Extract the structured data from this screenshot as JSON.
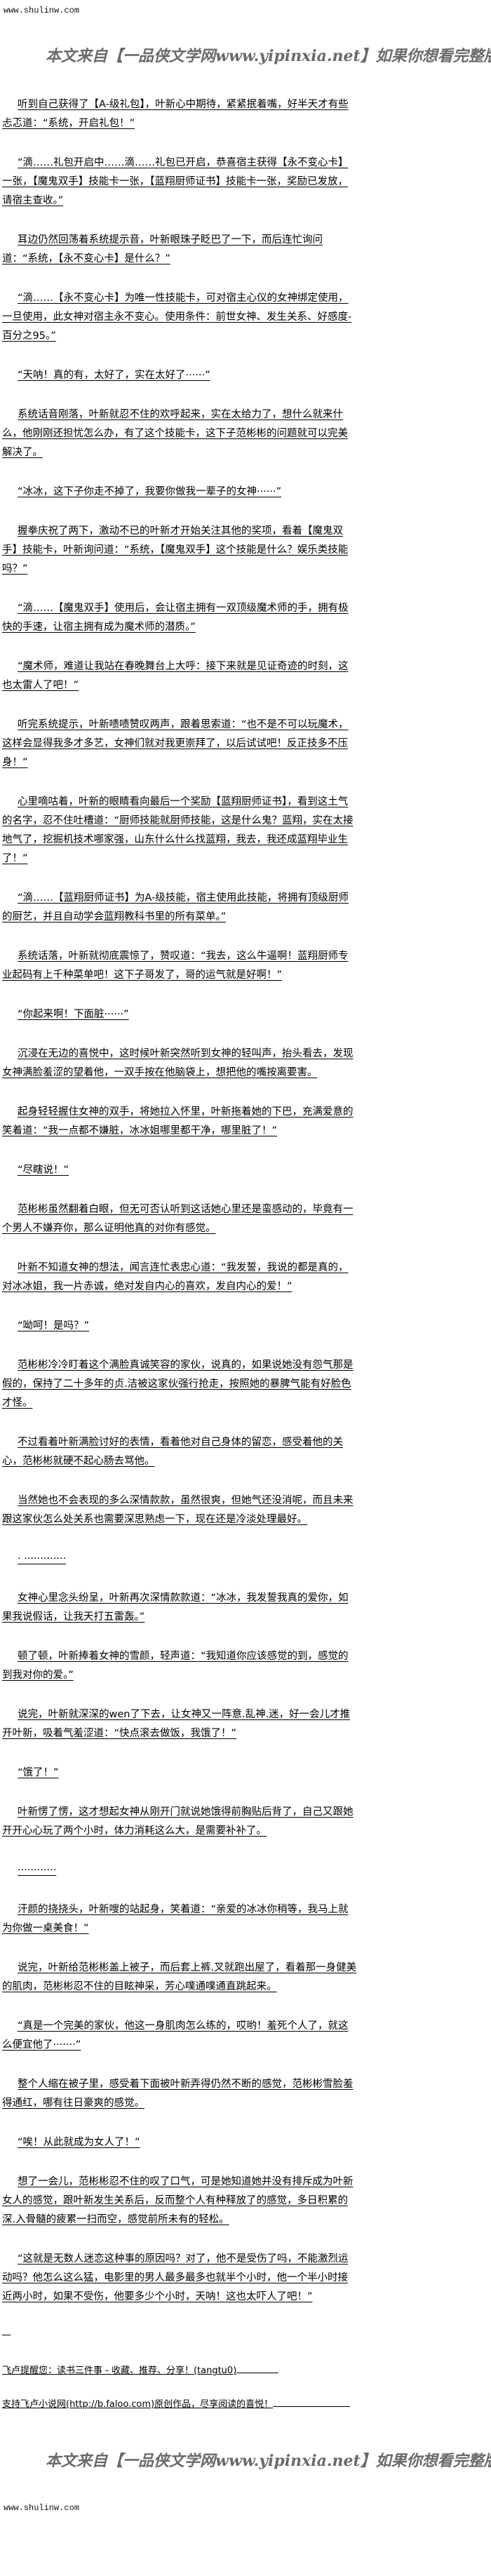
{
  "header": {
    "site": "www.shulinw.com",
    "banner": "本文来自【一品侠文学网www.yipinxia.net】如果你想看完整版小说，请"
  },
  "paragraphs": [
    "听到自己获得了【A-级礼包】，叶新心中期待，紧紧抿着嘴，好半天才有些忐忑道：“系统，开启礼包！”",
    "“滴……礼包开启中……滴……礼包已开启，恭喜宿主获得【永不变心卡】一张，【魔鬼双手】技能卡一张，【蓝翔厨师证书】技能卡一张，奖励已发放，请宿主查收。”",
    "耳边仍然回荡着系统提示音，叶新眼珠子眨巴了一下，而后连忙询问道：“系统，【永不变心卡】是什么？”",
    "“滴……【永不变心卡】为唯一性技能卡，可对宿主心仪的女神绑定使用，一旦使用，此女神对宿主永不变心。使用条件：前世女神、发生关系、好感度-百分之95。”",
    "“天呐！真的有，太好了，实在太好了······”",
    "系统话音刚落，叶新就忍不住的欢呼起来，实在太给力了，想什么就来什么，他刚刚还担忧怎么办，有了这个技能卡，这下子范彬彬的问题就可以完美解决了。",
    "“冰冰，这下子你走不掉了，我要你做我一辈子的女神······”",
    "握拳庆祝了两下，激动不已的叶新才开始关注其他的奖项，看着【魔鬼双手】技能卡，叶新询问道：“系统，【魔鬼双手】这个技能是什么？娱乐类技能吗？”",
    "“滴……【魔鬼双手】使用后，会让宿主拥有一双顶级魔术师的手，拥有极快的手速，让宿主拥有成为魔术师的潜质。”",
    "“魔术师，难道让我站在春晚舞台上大呼：接下来就是见证奇迹的时刻，这也太雷人了吧！”",
    "听完系统提示，叶新啧啧赞叹两声，跟着思索道：“也不是不可以玩魔术，这样会显得我多才多艺，女神们就对我更崇拜了，以后试试吧！反正技多不压身！”",
    "心里嘀咕着，叶新的眼睛看向最后一个奖励【蓝翔厨师证书】，看到这土气的名字，忍不住吐槽道：“厨师技能就厨师技能，这是什么鬼？蓝翔，实在太接地气了，挖掘机技术哪家强，山东什么什么找蓝翔，我去，我还成蓝翔毕业生了！”",
    "“滴……【蓝翔厨师证书】为A-级技能，宿主使用此技能，将拥有顶级厨师的厨艺，并且自动学会蓝翔教科书里的所有菜单。”",
    "系统话落，叶新就彻底震惊了，赞叹道：“我去，这么牛逼啊！蓝翔厨师专业起码有上千种菜单吧！这下子哥发了，哥的运气就是好啊！”",
    "“你起来啊！下面脏······”",
    "沉浸在无边的喜悦中，这时候叶新突然听到女神的轻叫声，抬头看去，发现女神满脸羞涩的望着他，一双手按在他脑袋上，想把他的嘴按离要害。",
    "起身轻轻握住女神的双手，将她拉入怀里，叶新拖着她的下巴，充满爱意的笑着道：“我一点都不嫌脏，冰冰姐哪里都干净，哪里脏了！”",
    "“尽瞎说！”",
    "范彬彬虽然翻着白眼，但无可否认听到这话她心里还是蛮感动的，毕竟有一个男人不嫌弃你，那么证明他真的对你有感觉。",
    "叶新不知道女神的想法，闻言连忙表忠心道：“我发誓，我说的都是真的，对冰冰姐，我一片赤诚，绝对发自内心的喜欢，发自内心的爱！”",
    "“呦呵！是吗？”",
    "范彬彬冷冷盯着这个满脸真诚笑容的家伙，说真的，如果说她没有怨气那是假的，保持了二十多年的贞.洁被这家伙强行抢走，按照她的暴脾气能有好脸色才怪。",
    "不过看着叶新满脸讨好的表情，看着他对自己身体的留恋，感受着他的关心，范彬彬就硬不起心肠去骂他。",
    "当然她也不会表现的多么深情款款，虽然很爽，但她气还没消呢，而且未来跟这家伙怎么处关系也需要深思熟虑一下，现在还是冷淡处理最好。",
    "·  ·············",
    "女神心里念头纷呈，叶新再次深情款款道：“冰冰，我发誓我真的爱你，如果我说假话，让我天打五雷轰。”",
    "顿了顿，叶新捧着女神的雪颜，轻声道：“我知道你应该感觉的到，感觉的到我对你的爱。”",
    "说完，叶新就深深的wen了下去，让女神又一阵意.乱神.迷，好一会儿才推开叶新，吸着气羞涩道：“快点滚去做饭，我饿了！”",
    "“饿了！”",
    "叶新愣了愣，这才想起女神从刚开门就说她饿得前胸贴后背了，自己又跟她开开心心玩了两个小时，体力消耗这么大，是需要补补了。",
    "············",
    "汗颜的挠挠头，叶新嗖的站起身，笑着道：“亲爱的冰冰你稍等，我马上就为你做一桌美食！”",
    "说完，叶新给范彬彬盖上被子，而后套上裤.叉就跑出屋了，看着那一身健美的肌肉，范彬彬忍不住的目眩神采，芳心噗通噗通直跳起来。",
    "“真是一个完美的家伙，他这一身肌肉怎么练的，哎哟！羞死个人了，就这么便宜他了·······”",
    "整个人缩在被子里，感受着下面被叶新弄得仍然不断的感觉，范彬彬雪脸羞得通红，哪有往日豪爽的感觉。",
    "“唉！从此就成为女人了！”",
    "想了一会儿，范彬彬忍不住的叹了口气，可是她知道她并没有排斥成为叶新女人的感觉，跟叶新发生关系后，反而整个人有种释放了的感觉，多日积累的深.入骨髓的疲累一扫而空，感觉前所未有的轻松。",
    "“这就是无数人迷恋这种事的原因吗？对了，他不是受伤了吗，不能激烈运动吗？他怎么这么猛，电影里的男人最多最多也就半个小时，他一个半小时接近两小时，如果不受伤，他要多少个小时，天呐！这也太吓人了吧！”"
  ],
  "footer": {
    "reminder": "飞卢提醒您：读书三件事 - 收藏、推荐、分享！(tangtu0)",
    "support": "支持飞卢小说网(http://b.faloo.com)原创作品，尽享阅读的喜悦！",
    "banner": "本文来自【一品侠文学网www.yipinxia.net】如果你想看完整版小说，请",
    "site": "www.shulinw.com"
  }
}
